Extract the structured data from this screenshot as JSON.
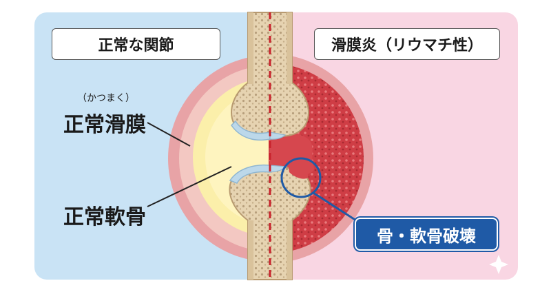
{
  "panels": {
    "left_title": "正常な関節",
    "right_title": "滑膜炎（リウマチ性）"
  },
  "labels": {
    "normal_synovium_reading": "（かつまく）",
    "normal_synovium": "正常滑膜",
    "normal_cartilage": "正常軟骨",
    "bone_cartilage_destruction": "骨・軟骨破壊"
  },
  "colors": {
    "left_bg": "#c9e3f5",
    "right_bg": "#f9d6e3",
    "bone": "#e9d7b6",
    "cartilage": "#bcd8ea",
    "synovial_fluid": "#fbefaa",
    "inflamed_tissue": "#c9383f",
    "divider": "#c8232c",
    "callout": "#1f5aa6"
  }
}
